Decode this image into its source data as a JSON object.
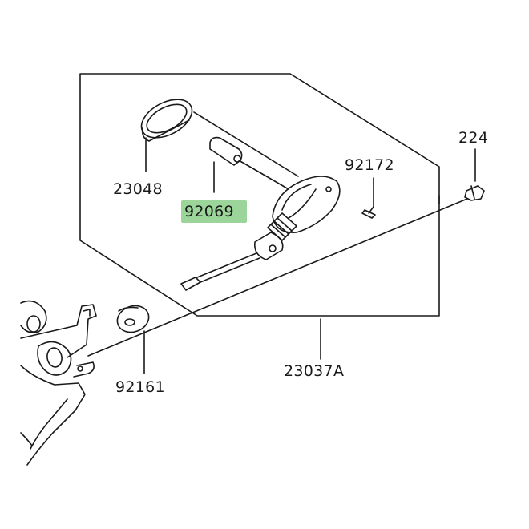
{
  "diagram": {
    "highlight_color": "#9cd59a",
    "labels": {
      "p23048": "23048",
      "p92069": "92069",
      "p92172": "92172",
      "p224": "224",
      "p92161": "92161",
      "p23037A": "23037A"
    }
  }
}
